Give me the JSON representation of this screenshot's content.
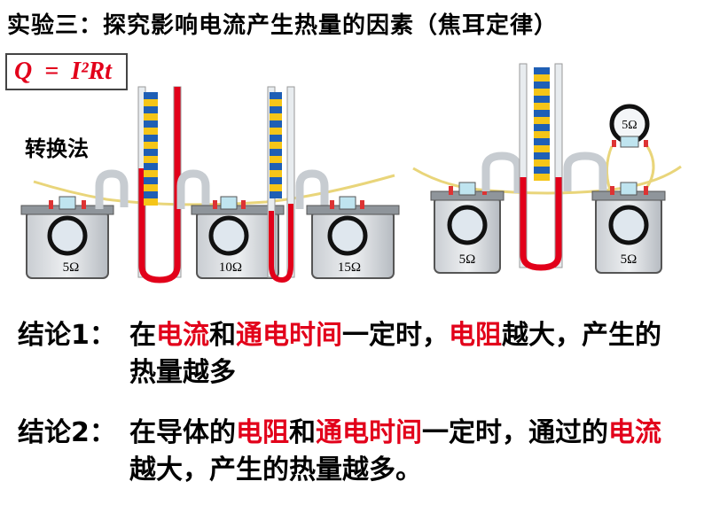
{
  "title": "实验三：探究影响电流产生热量的因素（焦耳定律）",
  "formula": "Q  =  I²Rt",
  "method_label": "转换法",
  "resistors": {
    "left_setup": [
      "5Ω",
      "10Ω",
      "15Ω"
    ],
    "right_setup": [
      "5Ω",
      "5Ω",
      "5Ω"
    ]
  },
  "conclusions": [
    {
      "label": "结论1：",
      "parts": [
        {
          "text": "在",
          "highlight": false
        },
        {
          "text": "电流",
          "highlight": true
        },
        {
          "text": "和",
          "highlight": false
        },
        {
          "text": "通电时间",
          "highlight": true
        },
        {
          "text": "一定时，",
          "highlight": false
        },
        {
          "text": "电阻",
          "highlight": true
        },
        {
          "text": "越大，产生的热量越多",
          "highlight": false
        }
      ]
    },
    {
      "label": "结论2：",
      "parts": [
        {
          "text": "在导体的",
          "highlight": false
        },
        {
          "text": "电阻",
          "highlight": true
        },
        {
          "text": "和",
          "highlight": false
        },
        {
          "text": "通电时间",
          "highlight": true
        },
        {
          "text": "一定时，通过的",
          "highlight": false
        },
        {
          "text": "电流",
          "highlight": true
        },
        {
          "text": "越大，产生的热量越多。",
          "highlight": false
        }
      ]
    }
  ],
  "colors": {
    "highlight": "#e2001a",
    "liquid": "#e2001a",
    "scale_blue": "#1f5fb5",
    "scale_yellow": "#f5c518"
  }
}
